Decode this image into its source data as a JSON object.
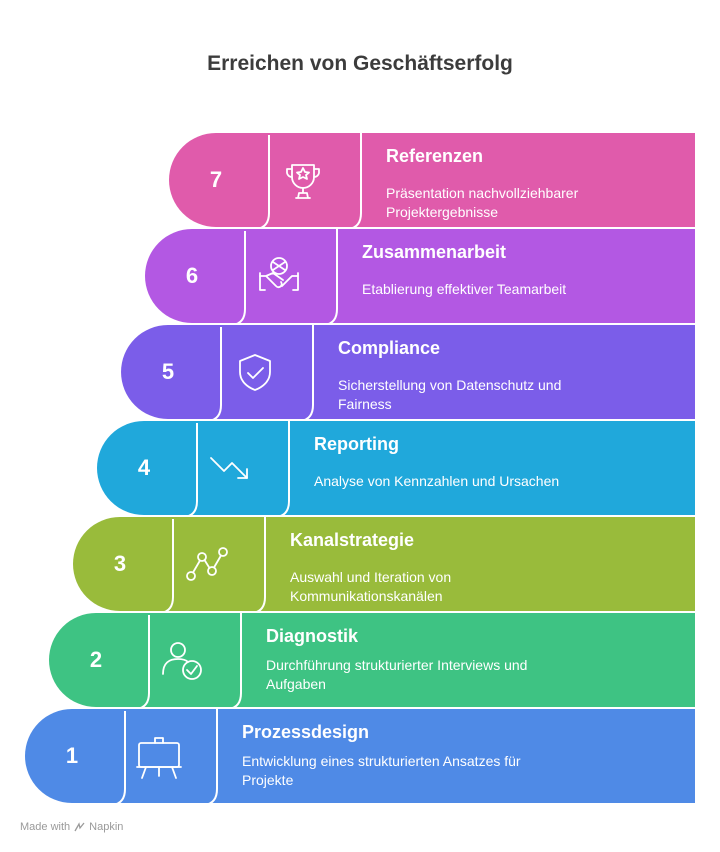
{
  "title": "Erreichen von Geschäftserfolg",
  "steps": [
    {
      "number": "7",
      "title": "Referenzen",
      "description": "Präsentation nachvollziehbarer Projektergebnisse",
      "icon": "trophy-icon",
      "color": "#e05bab"
    },
    {
      "number": "6",
      "title": "Zusammenarbeit",
      "description": "Etablierung effektiver Teamarbeit",
      "icon": "handshake-icon",
      "color": "#b358e3"
    },
    {
      "number": "5",
      "title": "Compliance",
      "description": "Sicherstellung von Datenschutz und Fairness",
      "icon": "shield-check-icon",
      "color": "#7b5de9"
    },
    {
      "number": "4",
      "title": "Reporting",
      "description": "Analyse von Kennzahlen und Ursachen",
      "icon": "trend-down-icon",
      "color": "#20a8db"
    },
    {
      "number": "3",
      "title": "Kanalstrategie",
      "description": "Auswahl und Iteration von Kommunikationskanälen",
      "icon": "line-chart-icon",
      "color": "#99bb3b"
    },
    {
      "number": "2",
      "title": "Diagnostik",
      "description": "Durchführung strukturierter Interviews und Aufgaben",
      "icon": "user-check-icon",
      "color": "#3ec383"
    },
    {
      "number": "1",
      "title": "Prozessdesign",
      "description": "Entwicklung eines strukturierten Ansatzes für Projekte",
      "icon": "presentation-board-icon",
      "color": "#4f8ae6"
    }
  ],
  "footer": {
    "made_with": "Made with",
    "brand": "Napkin"
  }
}
